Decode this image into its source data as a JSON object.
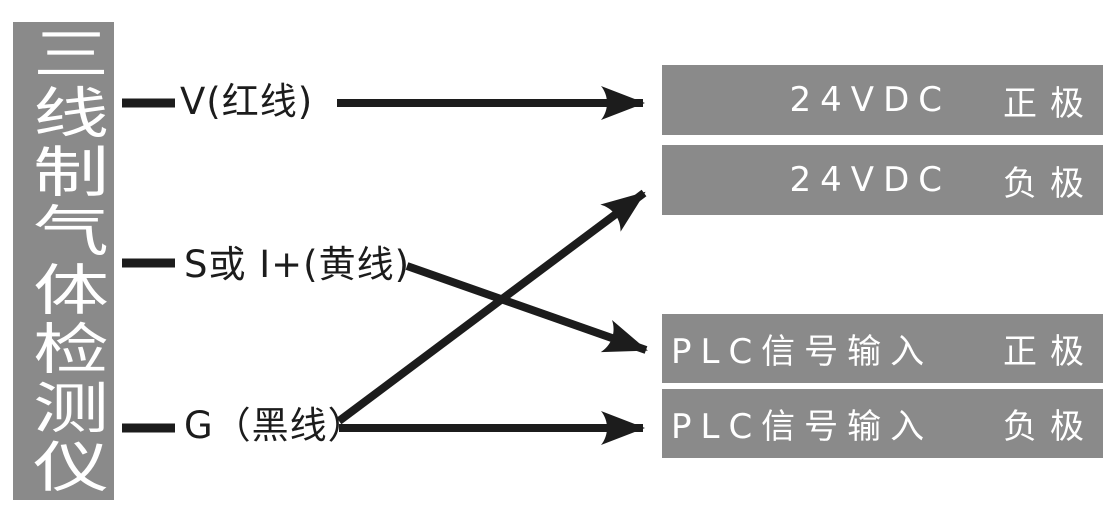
{
  "device": {
    "title": "三线制气体检测仪"
  },
  "wires": [
    {
      "label": "V(红线)",
      "color_meaning": "红线"
    },
    {
      "label": "S或 I+(黄线)",
      "color_meaning": "黄线"
    },
    {
      "label": "G（黑线）",
      "color_meaning": "黑线"
    }
  ],
  "terminals": [
    {
      "name": "24VDC",
      "polarity": "正极"
    },
    {
      "name": "24VDC",
      "polarity": "负极"
    },
    {
      "name": "PLC信号输入",
      "polarity": "正极"
    },
    {
      "name": "PLC信号输入",
      "polarity": "负极"
    }
  ],
  "connections": [
    {
      "from": "V(红线)",
      "to": "24VDC 正极"
    },
    {
      "from": "S或 I+(黄线)",
      "to": "PLC信号输入 正极"
    },
    {
      "from": "G（黑线）",
      "to": "24VDC 负极"
    },
    {
      "from": "G（黑线）",
      "to": "PLC信号输入 负极"
    }
  ],
  "colors": {
    "panel_gray": "#8a8a8a",
    "ink": "#1c1c1c",
    "label_white": "#ffffff",
    "background": "#ffffff"
  }
}
